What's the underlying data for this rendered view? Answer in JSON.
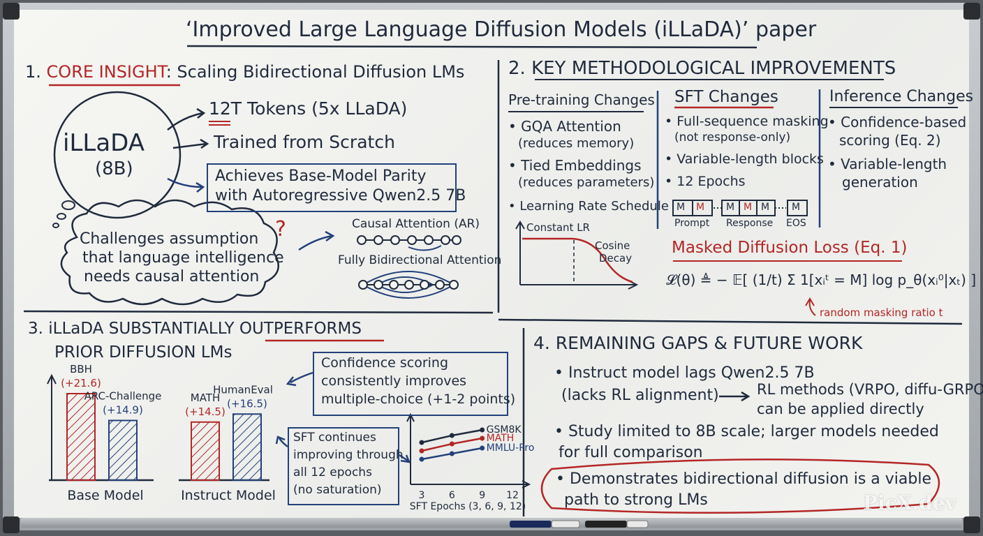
{
  "title": "‘Improved Large Language Diffusion Models (iLLaDA)’ paper",
  "colors": {
    "ink": "#1f2a3d",
    "red": "#b32626",
    "blue": "#23407a",
    "board": "#f3f3f0"
  },
  "section1": {
    "heading_num": "1.",
    "heading_key": "CORE INSIGHT",
    "heading_rest": ": Scaling Bidirectional Diffusion LMs",
    "circle_name": "iLLaDA",
    "circle_size": "(8B)",
    "point_tokens_key": "12T",
    "point_tokens_rest": " Tokens (5x LLaDA)",
    "point_scratch": "Trained from Scratch",
    "parity_line1": "Achieves Base-Model Parity",
    "parity_line2": "with Autoregressive Qwen2.5 7B",
    "cloud_line1": "Challenges assumption",
    "cloud_line2": "that language intelligence",
    "cloud_line3": "needs causal attention",
    "question_mark": "?",
    "causal_label": "Causal Attention (AR)",
    "bidir_label": "Fully Bidirectional Attention"
  },
  "section2": {
    "heading": "2. KEY METHODOLOGICAL IMPROVEMENTS",
    "pre_title": "Pre-training Changes",
    "pre_items": [
      "• GQA Attention",
      "(reduces memory)",
      "• Tied Embeddings",
      "(reduces parameters)",
      "• Learning Rate Schedule"
    ],
    "lr_constant": "Constant LR",
    "lr_cosine_1": "Cosine",
    "lr_cosine_2": "Decay",
    "sft_title": "SFT Changes",
    "sft_items": [
      "• Full-sequence masking",
      "(not response-only)",
      "• Variable-length blocks",
      "• 12 Epochs"
    ],
    "mask_token": "M",
    "seq_prompt": "Prompt",
    "seq_response": "Response",
    "seq_eos": "EOS",
    "inf_title": "Inference Changes",
    "inf_items": [
      "• Confidence-based",
      "scoring (Eq. 2)",
      "• Variable-length",
      "generation"
    ],
    "loss_title": "Masked Diffusion Loss (Eq. 1)",
    "loss_formula": "𝓛(θ) ≜ − 𝔼[ (1/t) Σ 1[xᵢᵗ = M] log p_θ(xᵢ⁰|xₜ) ]",
    "loss_note": "random masking ratio t"
  },
  "section3": {
    "heading_line1_a": "3. iLLaDA SUBSTANTIALLY ",
    "heading_line1_b": "OUTPERFORMS",
    "heading_line2": "PRIOR DIFFUSION LMs",
    "confidence_box": [
      "Confidence scoring",
      "consistently improves",
      "multiple-choice (+1-2 points)"
    ],
    "sft_box": [
      "SFT continues",
      "improving through",
      "all 12 epochs",
      "(no saturation)"
    ]
  },
  "chart_data": [
    {
      "type": "bar",
      "categories": [
        "BBH",
        "ARC-Challenge"
      ],
      "deltas": [
        "(+21.6)",
        "(+14.9)"
      ],
      "values": [
        21.6,
        14.9
      ],
      "xlabel": "Base Model"
    },
    {
      "type": "bar",
      "categories": [
        "MATH",
        "HumanEval"
      ],
      "deltas": [
        "(+14.5)",
        "(+16.5)"
      ],
      "values": [
        14.5,
        16.5
      ],
      "xlabel": "Instruct Model"
    },
    {
      "type": "line",
      "x": [
        3,
        6,
        9
      ],
      "xticks": [
        "3",
        "6",
        "9",
        "12"
      ],
      "xlabel": "SFT Epochs (3, 6, 9, 12)",
      "series": [
        {
          "name": "GSM8K",
          "values": [
            3.0,
            3.5,
            3.9
          ]
        },
        {
          "name": "MATH",
          "values": [
            2.4,
            2.9,
            3.3
          ]
        },
        {
          "name": "MMLU-Pro",
          "values": [
            1.8,
            2.2,
            2.6
          ]
        }
      ],
      "ylim": [
        0,
        5
      ]
    }
  ],
  "section4": {
    "heading": "4. REMAINING GAPS & FUTURE WORK",
    "item1_line1": "• Instruct model lags Qwen2.5 7B",
    "item1_line2": "(lacks RL alignment)",
    "item1_rl_1": "RL methods (VRPO, diffu-GRPO)",
    "item1_rl_2": "can be applied directly",
    "item2_line1": "• Study limited to 8B scale; larger models needed",
    "item2_line2": "for full comparison",
    "item3_line1": "• Demonstrates bidirectional diffusion is a viable",
    "item3_line2": "path to strong LMs"
  },
  "watermark": "PicX.dev"
}
